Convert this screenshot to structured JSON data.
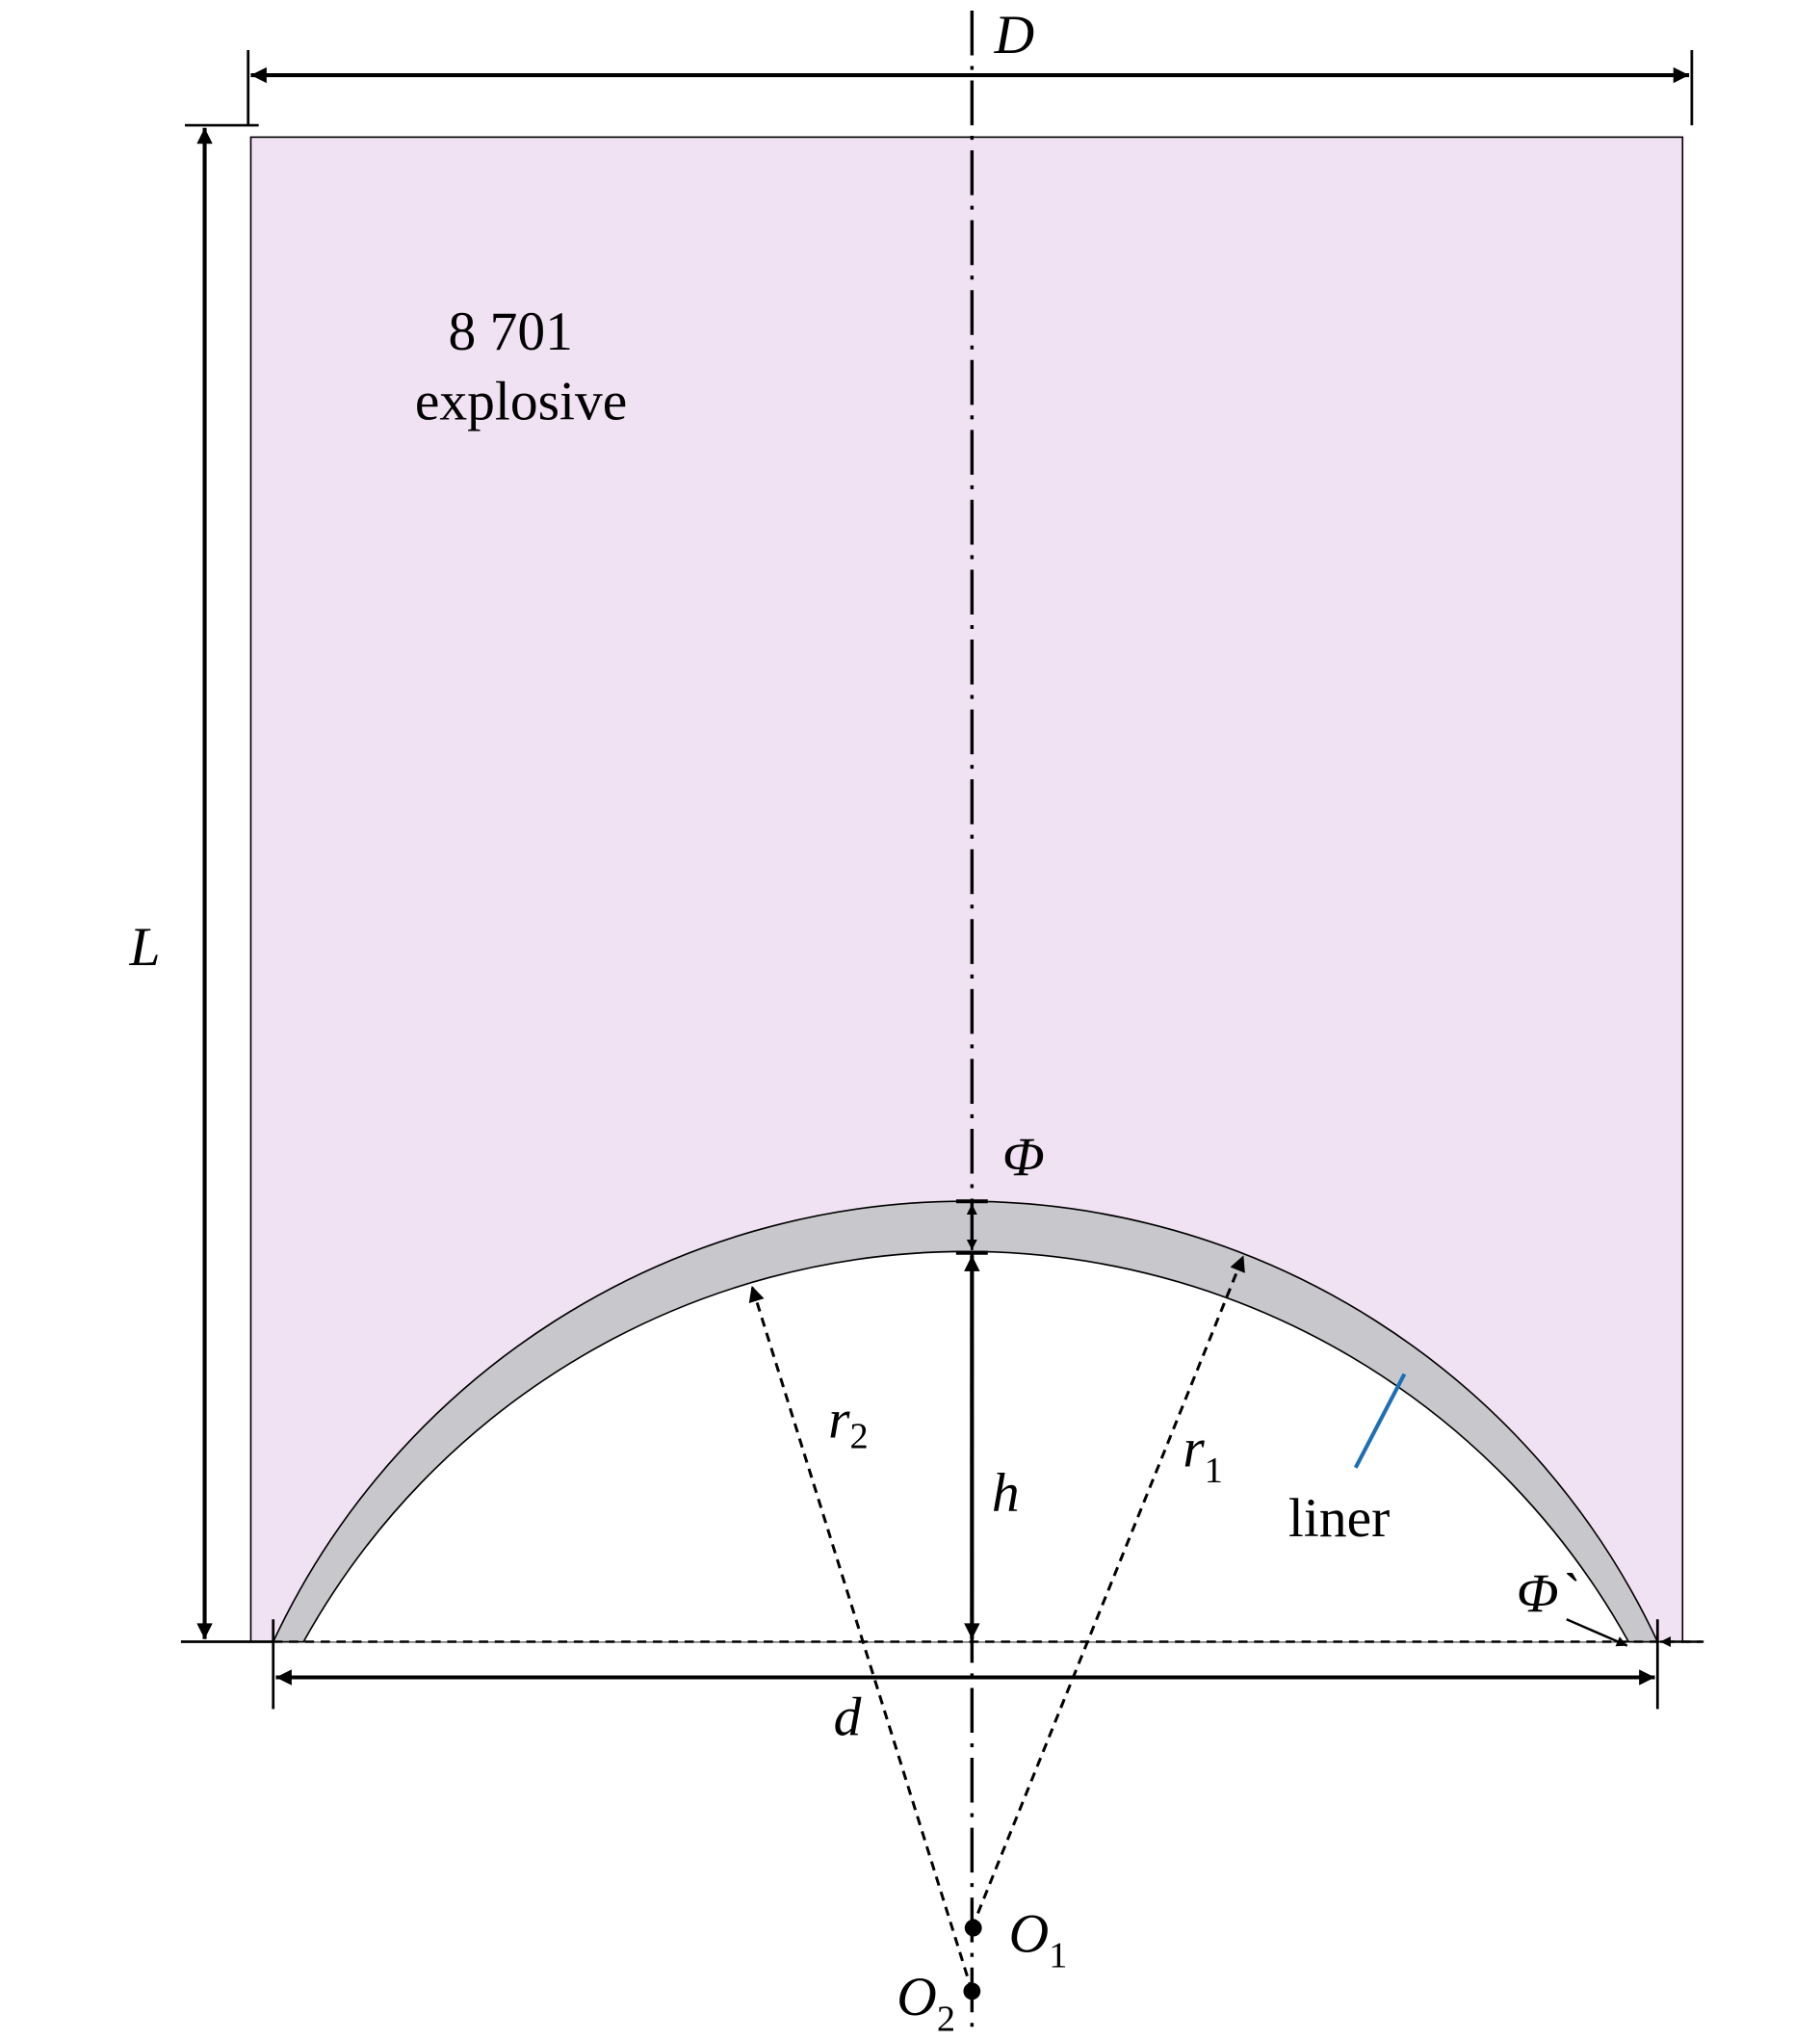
{
  "title": "Shaped charge with hemispherical liner",
  "labels": {
    "D": "D",
    "L": "L",
    "explosive_line1": "8 701",
    "explosive_line2": "explosive",
    "phi": "Φ",
    "phi_prime": "Φ`",
    "r2": "r",
    "r2_sub": "2",
    "r1": "r",
    "r1_sub": "1",
    "h": "h",
    "liner": "liner",
    "d": "d",
    "O1": "O",
    "O1_sub": "1",
    "O2": "O",
    "O2_sub": "2"
  },
  "colors": {
    "explosive": "#f0e1f3",
    "liner": "#c8c8cc",
    "leader": "#1f6fb5"
  }
}
